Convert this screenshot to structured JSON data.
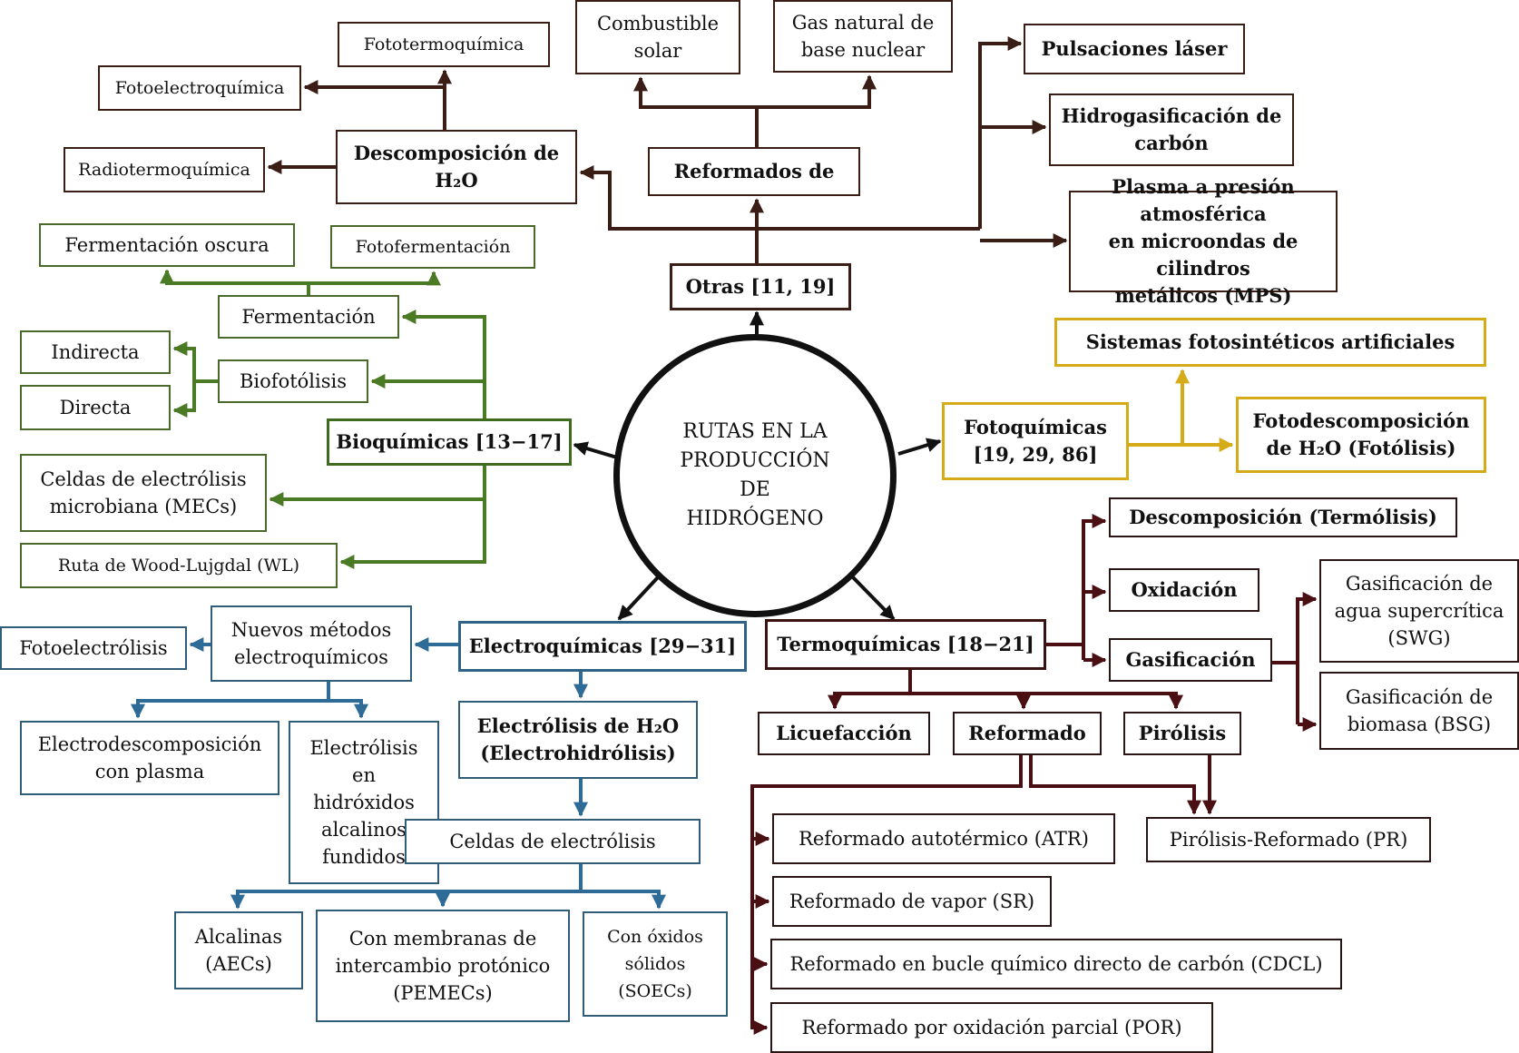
{
  "title": "RUTAS EN LA\nPRODUCCIÓN\nDE\nHIDRÓGENO",
  "colors": {
    "otras": "#3a1d14",
    "bioquimicas": "#4a7a24",
    "fotoquimicas": "#d6ab19",
    "electroquimicas": "#2e6b96",
    "termoquimicas": "#4a0f12",
    "center": "#111111"
  },
  "otras": {
    "label": "Otras [11, 19]",
    "descomposicion": "Descomposición de\nH₂O",
    "fototermoquimica": "Fototermoquímica",
    "fotoelectroquimica": "Fotoelectroquímica",
    "radiotermoquimica": "Radiotermoquímica",
    "reformados": "Reformados de",
    "combustible_solar": "Combustible\nsolar",
    "gas_natural": "Gas natural de\nbase nuclear",
    "pulsaciones": "Pulsaciones láser",
    "hidrogasificacion": "Hidrogasificación de\ncarbón",
    "plasma": "Plasma a presión atmosférica\nen microondas de cilindros\nmetálicos (MPS)"
  },
  "bioquimicas": {
    "label": "Bioquímicas [13−17]",
    "fermentacion": "Fermentación",
    "fermentacion_oscura": "Fermentación oscura",
    "fotofermentacion": "Fotofermentación",
    "biofotolisis": "Biofotólisis",
    "indirecta": "Indirecta",
    "directa": "Directa",
    "mecs": "Celdas de electrólisis\nmicrobiana (MECs)",
    "wl": "Ruta de Wood-Lujgdal (WL)"
  },
  "fotoquimicas": {
    "label": "Fotoquímicas\n[19, 29, 86]",
    "sistemas": "Sistemas fotosintéticos artificiales",
    "fotolisis": "Fotodescomposición\nde H₂O (Fotólisis)"
  },
  "electroquimicas": {
    "label": "Electroquímicas [29−31]",
    "nuevos": "Nuevos métodos\nelectroquímicos",
    "fotoelectrolisis": "Fotoelectrólisis",
    "electrodescomposicion": "Electrodescomposición\ncon plasma",
    "hidroxidos": "Electrólisis\nen\nhidróxidos\nalcalinos\nfundidos",
    "electrolisis_h2o": "Electrólisis de H₂O\n(Electrohidrólisis)",
    "celdas": "Celdas de electrólisis",
    "aecs": "Alcalinas\n(AECs)",
    "pemecs": "Con membranas de\nintercambio protónico\n(PEMECs)",
    "soecs": "Con óxidos\nsólidos\n(SOECs)"
  },
  "termoquimicas": {
    "label": "Termoquímicas [18−21]",
    "termolisis": "Descomposición (Termólisis)",
    "oxidacion": "Oxidación",
    "gasificacion": "Gasificación",
    "swg": "Gasificación de\nagua supercrítica\n(SWG)",
    "bsg": "Gasificación de\nbiomasa (BSG)",
    "licuefaccion": "Licuefacción",
    "reformado": "Reformado",
    "pirolisis": "Pirólisis",
    "atr": "Reformado autotérmico (ATR)",
    "sr": "Reformado de vapor (SR)",
    "cdcl": "Reformado en bucle químico directo de carbón (CDCL)",
    "por": "Reformado por oxidación parcial (POR)",
    "pr": "Pirólisis-Reformado (PR)"
  }
}
